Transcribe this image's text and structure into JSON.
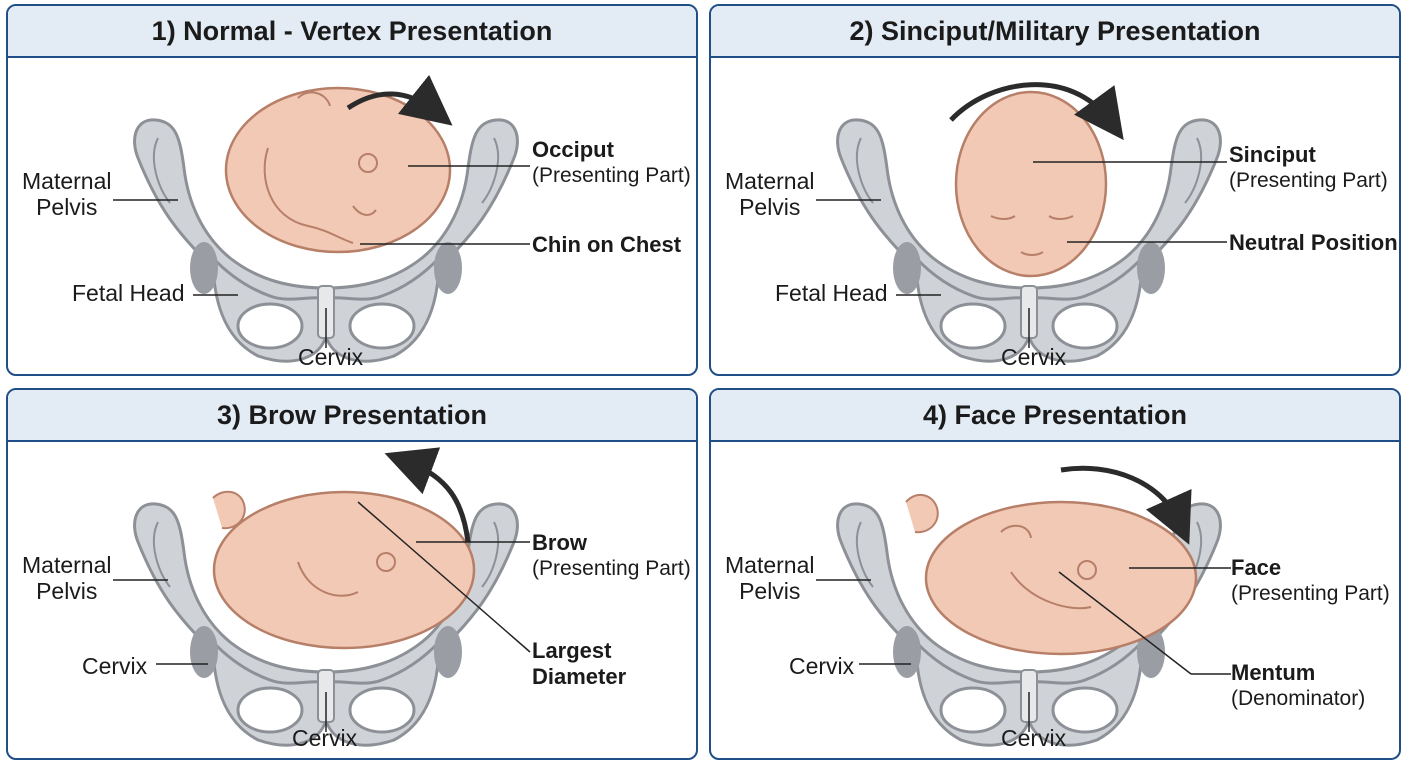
{
  "panels": [
    {
      "title": "1) Normal - Vertex Presentation",
      "labels": {
        "maternal_pelvis": "Maternal\nPelvis",
        "fetal_head": "Fetal Head",
        "cervix": "Cervix",
        "presenting": "Occiput",
        "presenting_sub": "(Presenting Part)",
        "secondary": "Chin on Chest"
      }
    },
    {
      "title": "2) Sinciput/Military Presentation",
      "labels": {
        "maternal_pelvis": "Maternal\nPelvis",
        "fetal_head": "Fetal Head",
        "cervix": "Cervix",
        "presenting": "Sinciput",
        "presenting_sub": "(Presenting Part)",
        "secondary": "Neutral Position"
      }
    },
    {
      "title": "3) Brow Presentation",
      "labels": {
        "maternal_pelvis": "Maternal\nPelvis",
        "side_label": "Cervix",
        "cervix": "Cervix",
        "presenting": "Brow",
        "presenting_sub": "(Presenting Part)",
        "secondary": "Largest\nDiameter"
      }
    },
    {
      "title": "4) Face Presentation",
      "labels": {
        "maternal_pelvis": "Maternal\nPelvis",
        "side_label": "Cervix",
        "cervix": "Cervix",
        "presenting": "Face",
        "presenting_sub": "(Presenting Part)",
        "secondary": "Mentum",
        "secondary_sub": "(Denominator)"
      }
    }
  ],
  "colors": {
    "border": "#1f4f86",
    "header_bg": "#e3ebf5",
    "bone": "#cfd2d6",
    "bone_dark": "#8d9197",
    "skin": "#f2c9b5",
    "skin_line": "#b77f68",
    "arrow": "#2b2b2b"
  }
}
